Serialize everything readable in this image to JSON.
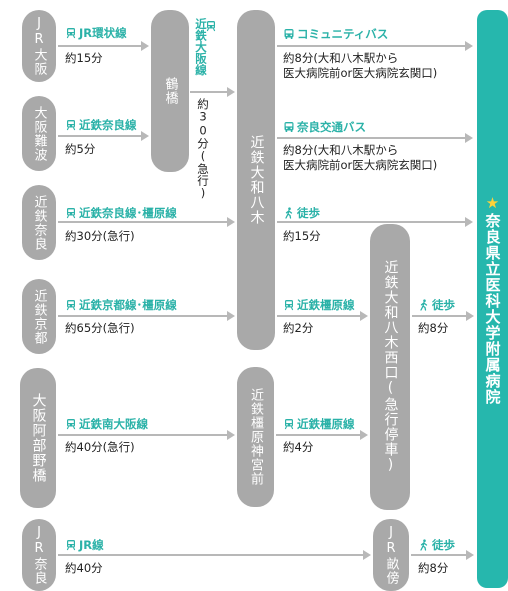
{
  "destination": {
    "star": "★",
    "name": "奈良県立医科大学附属病院"
  },
  "stations": {
    "jr_osaka": "JR大阪",
    "osaka_namba": "大阪難波",
    "kintetsu_nara": "近鉄奈良",
    "kintetsu_kyoto": "近鉄京都",
    "osaka_abenobashi": "大阪阿部野橋",
    "jr_nara": "JR奈良",
    "tsuruhashi": "鶴橋",
    "yamato_yagi": "近鉄大和八木",
    "kashihara_jingu": "近鉄橿原神宮前",
    "yagi_nishiguchi": "近鉄大和八木西口(急行停車)",
    "unebi": "JR畝傍"
  },
  "routes": {
    "jr_loop": {
      "name": "JR環状線",
      "time": "約15分"
    },
    "osaka_line_v": {
      "name": "近鉄大阪線",
      "time": "約30分(急行)"
    },
    "nara_line_namba": {
      "name": "近鉄奈良線",
      "time": "約5分"
    },
    "community_bus": {
      "name": "コミュニティバス",
      "time1": "約8分(大和八木駅から",
      "time2": "医大病院前or医大病院玄関口)"
    },
    "nara_kotsu_bus": {
      "name": "奈良交通バス",
      "time1": "約8分(大和八木駅から",
      "time2": "医大病院前or医大病院玄関口)"
    },
    "nara_kashihara": {
      "name": "近鉄奈良線･橿原線",
      "time": "約30分(急行)"
    },
    "walk_yagi": {
      "name": "徒歩",
      "time": "約15分"
    },
    "kyoto_kashihara": {
      "name": "近鉄京都線･橿原線",
      "time": "約65分(急行)"
    },
    "kashihara_from_yagi": {
      "name": "近鉄橿原線",
      "time": "約2分"
    },
    "walk_nishiguchi": {
      "name": "徒歩",
      "time": "約8分"
    },
    "minami_osaka": {
      "name": "近鉄南大阪線",
      "time": "約40分(急行)"
    },
    "kashihara_from_jingu": {
      "name": "近鉄橿原線",
      "time": "約4分"
    },
    "jr_line": {
      "name": "JR線",
      "time": "約40分"
    },
    "walk_unebi": {
      "name": "徒歩",
      "time": "約8分"
    }
  },
  "colors": {
    "accent": "#26b7ad",
    "station": "#a9a9a9",
    "arrow": "#b8b8b8",
    "star": "#ffd23a"
  },
  "icons": {
    "train": "train-icon",
    "bus": "bus-icon",
    "walk": "walk-icon"
  }
}
